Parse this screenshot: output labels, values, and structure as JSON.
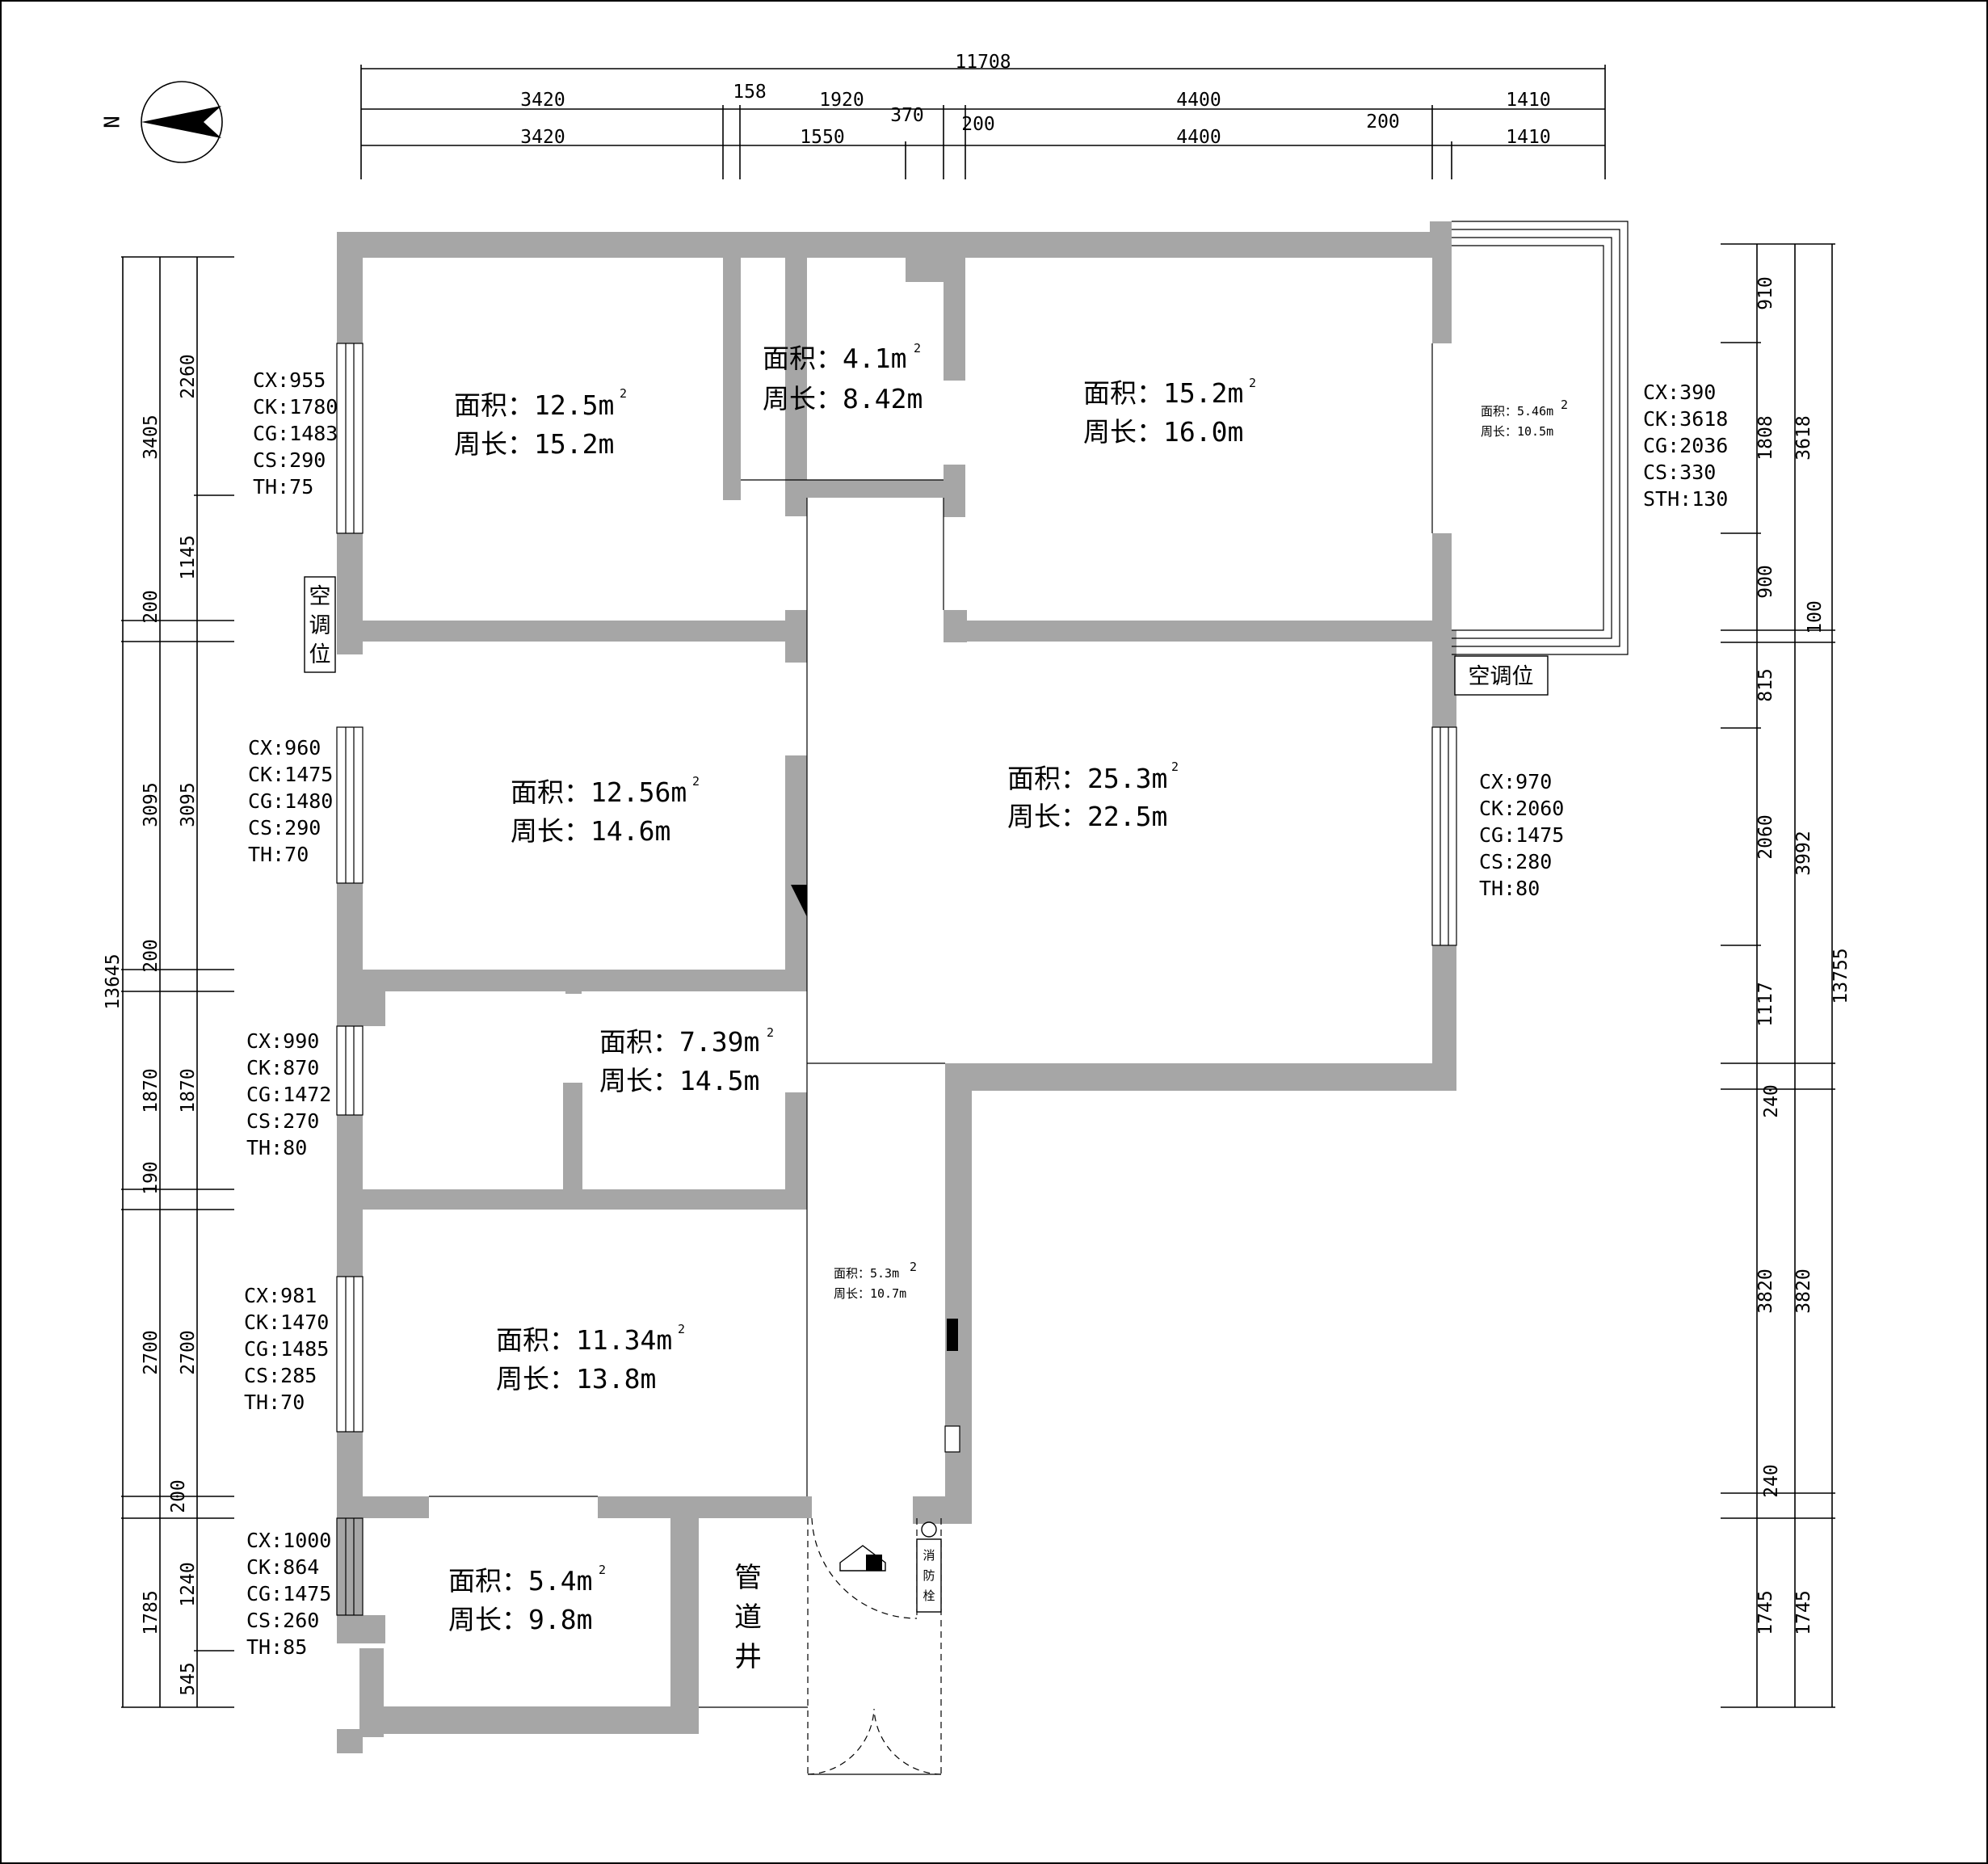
{
  "dimensions": {
    "total_top": "11708",
    "top_row1": [
      "3420",
      "158",
      "1920",
      "370",
      "4400",
      "1410"
    ],
    "top_row2": [
      "3420",
      "1550",
      "200",
      "4400",
      "200",
      "1410"
    ],
    "left_outer": [
      "3405",
      "200",
      "3095",
      "200",
      "1870",
      "190",
      "2700",
      "200",
      "1785"
    ],
    "left_inner": [
      "2260",
      "1145",
      "3095",
      "1870",
      "2700",
      "1240",
      "545"
    ],
    "left_total": "13645",
    "right_inner": [
      "910",
      "1808",
      "900",
      "100",
      "815",
      "2060",
      "1117",
      "240",
      "3820",
      "240",
      "1745"
    ],
    "right_outer": [
      "3618",
      "3992",
      "3820",
      "1745"
    ],
    "right_total": "13755"
  },
  "rooms": [
    {
      "area": "面积：12.5m",
      "perimeter": "周长：15.2m"
    },
    {
      "area": "面积：4.1m",
      "perimeter": "周长：8.42m"
    },
    {
      "area": "面积：15.2m",
      "perimeter": "周长：16.0m"
    },
    {
      "area": "面积：5.46m",
      "perimeter": "周长：10.5m"
    },
    {
      "area": "面积：12.56m",
      "perimeter": "周长：14.6m"
    },
    {
      "area": "面积：25.3m",
      "perimeter": "周长：22.5m"
    },
    {
      "area": "面积：7.39m",
      "perimeter": "周长：14.5m"
    },
    {
      "area": "面积：5.3m",
      "perimeter": "周长：10.7m"
    },
    {
      "area": "面积：11.34m",
      "perimeter": "周长：13.8m"
    },
    {
      "area": "面积：5.4m",
      "perimeter": "周长：9.8m"
    }
  ],
  "superscript": "2",
  "window_specs": [
    [
      "CX:955",
      "CK:1780",
      "CG:1483",
      "CS:290",
      "TH:75"
    ],
    [
      "CX:960",
      "CK:1475",
      "CG:1480",
      "CS:290",
      "TH:70"
    ],
    [
      "CX:990",
      "CK:870",
      "CG:1472",
      "CS:270",
      "TH:80"
    ],
    [
      "CX:981",
      "CK:1470",
      "CG:1485",
      "CS:285",
      "TH:70"
    ],
    [
      "CX:1000",
      "CK:864",
      "CG:1475",
      "CS:260",
      "TH:85"
    ],
    [
      "CX:390",
      "CK:3618",
      "CG:2036",
      "CS:330",
      "STH:130"
    ],
    [
      "CX:970",
      "CK:2060",
      "CG:1475",
      "CS:280",
      "TH:80"
    ]
  ],
  "labels": {
    "ac_left": [
      "空",
      "调",
      "位"
    ],
    "ac_right": "空调位",
    "shaft": [
      "管",
      "道",
      "井"
    ],
    "hydrant": [
      "消",
      "防",
      "栓"
    ],
    "north": "N"
  },
  "colors": {
    "wall": "#a6a6a6",
    "line": "#000000",
    "background": "#ffffff"
  }
}
